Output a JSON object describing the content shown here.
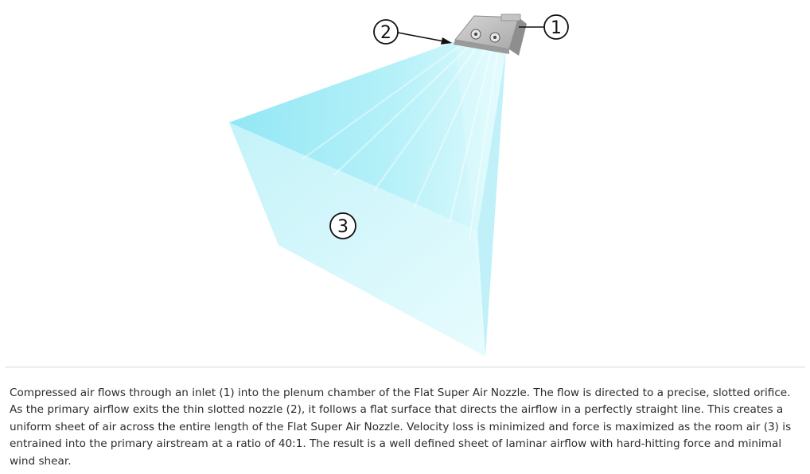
{
  "diagram": {
    "callouts": [
      {
        "id": "1",
        "label": "1"
      },
      {
        "id": "2",
        "label": "2"
      },
      {
        "id": "3",
        "label": "3"
      }
    ],
    "colors": {
      "airflow_light": "#dff9fc",
      "airflow_mid": "#a9eef7",
      "airflow_dark": "#6fdcef",
      "nozzle_body": "#b9b9b9",
      "nozzle_dark": "#7a7a7a"
    }
  },
  "caption": {
    "text": "Compressed air flows through an inlet (1) into the plenum chamber of the Flat Super Air Nozzle. The flow is directed to a precise, slotted orifice. As the primary airflow exits the thin slotted nozzle (2), it follows a flat surface that directs the airflow in a perfectly straight line. This creates a uniform sheet of air across the entire length of the Flat Super Air Nozzle. Velocity loss is minimized and force is maximized as the room air (3) is entrained into the primary airstream at a ratio of 40:1. The result is a well defined sheet of laminar airflow with hard-hitting force and minimal wind shear."
  }
}
